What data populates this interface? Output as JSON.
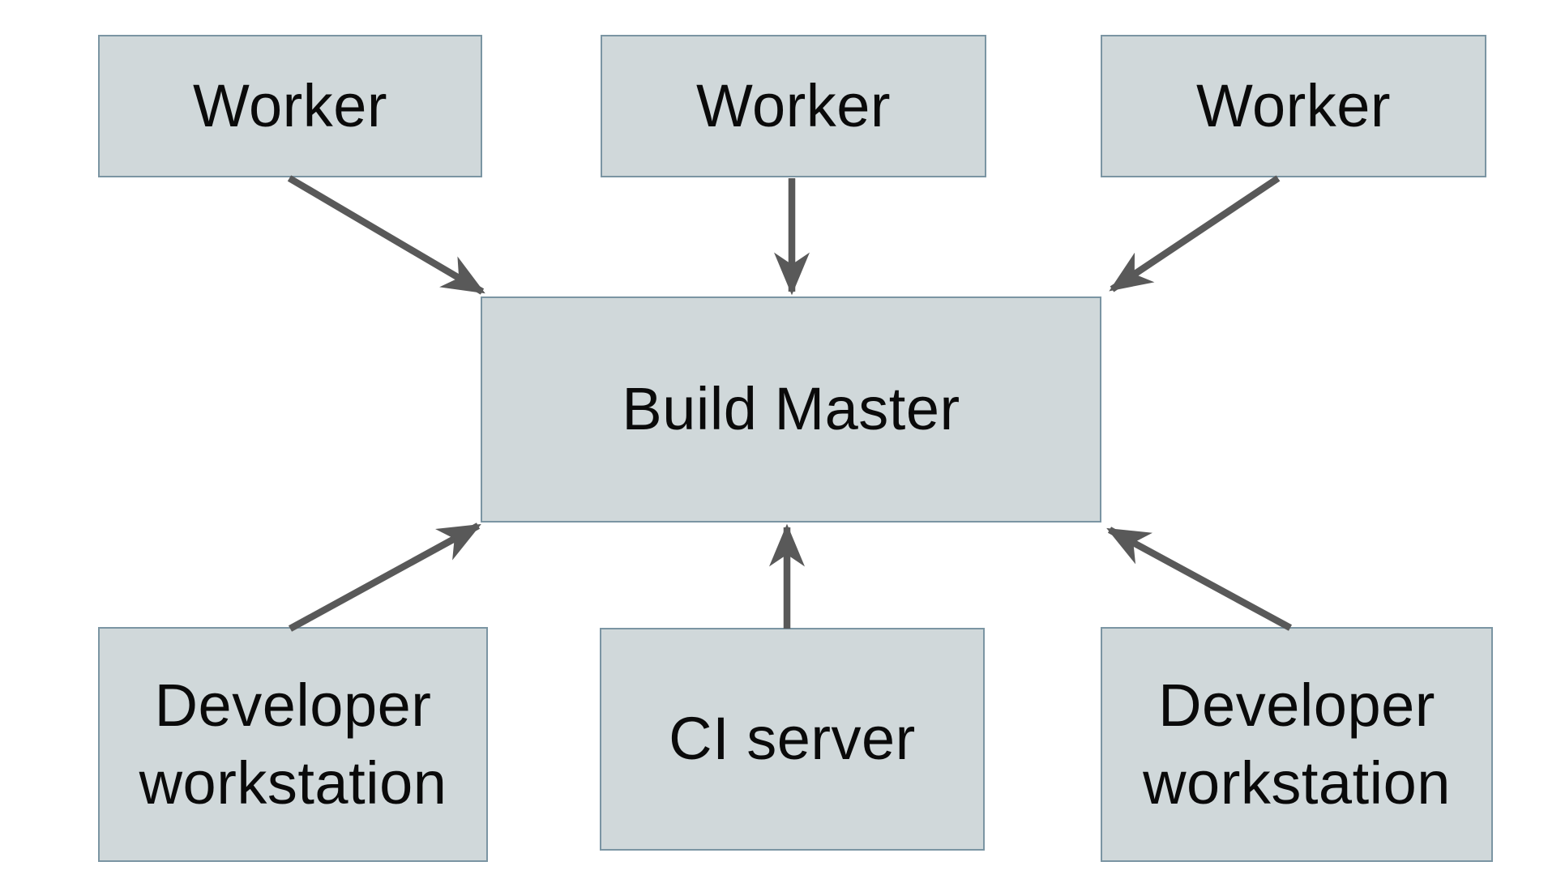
{
  "diagram": {
    "title": "",
    "colors": {
      "background": "#ffffff",
      "node_fill": "#d0d8da",
      "node_border": "#7b95a3",
      "arrow": "#595959",
      "text": "#0a0a0a"
    },
    "nodes": [
      {
        "id": "worker-1",
        "label": "Worker"
      },
      {
        "id": "worker-2",
        "label": "Worker"
      },
      {
        "id": "worker-3",
        "label": "Worker"
      },
      {
        "id": "build-master",
        "label": "Build Master"
      },
      {
        "id": "developer-workstation-1",
        "label": "Developer workstation"
      },
      {
        "id": "ci-server",
        "label": "CI server"
      },
      {
        "id": "developer-workstation-2",
        "label": "Developer workstation"
      }
    ],
    "edges": [
      {
        "from": "worker-1",
        "to": "build-master",
        "direction": "down"
      },
      {
        "from": "worker-2",
        "to": "build-master",
        "direction": "down"
      },
      {
        "from": "worker-3",
        "to": "build-master",
        "direction": "down"
      },
      {
        "from": "developer-workstation-1",
        "to": "build-master",
        "direction": "up"
      },
      {
        "from": "ci-server",
        "to": "build-master",
        "direction": "up"
      },
      {
        "from": "developer-workstation-2",
        "to": "build-master",
        "direction": "up"
      }
    ]
  }
}
